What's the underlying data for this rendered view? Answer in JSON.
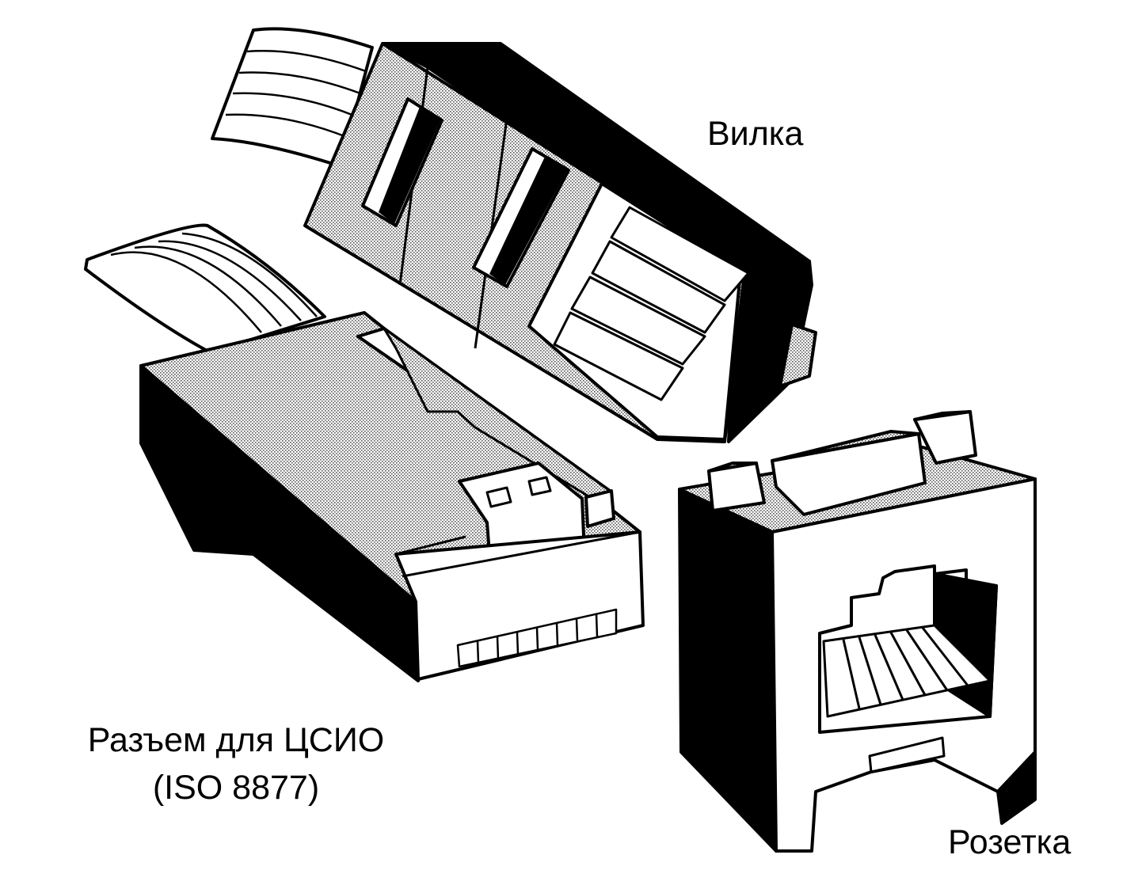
{
  "labels": {
    "plug": "Вилка",
    "connector_line1": "Разъем для ЦСИО",
    "connector_line2": "(ISO 8877)",
    "socket": "Розетка"
  },
  "colors": {
    "ink": "#000000",
    "stipple_face": "#c8c8c8",
    "background": "#ffffff"
  }
}
